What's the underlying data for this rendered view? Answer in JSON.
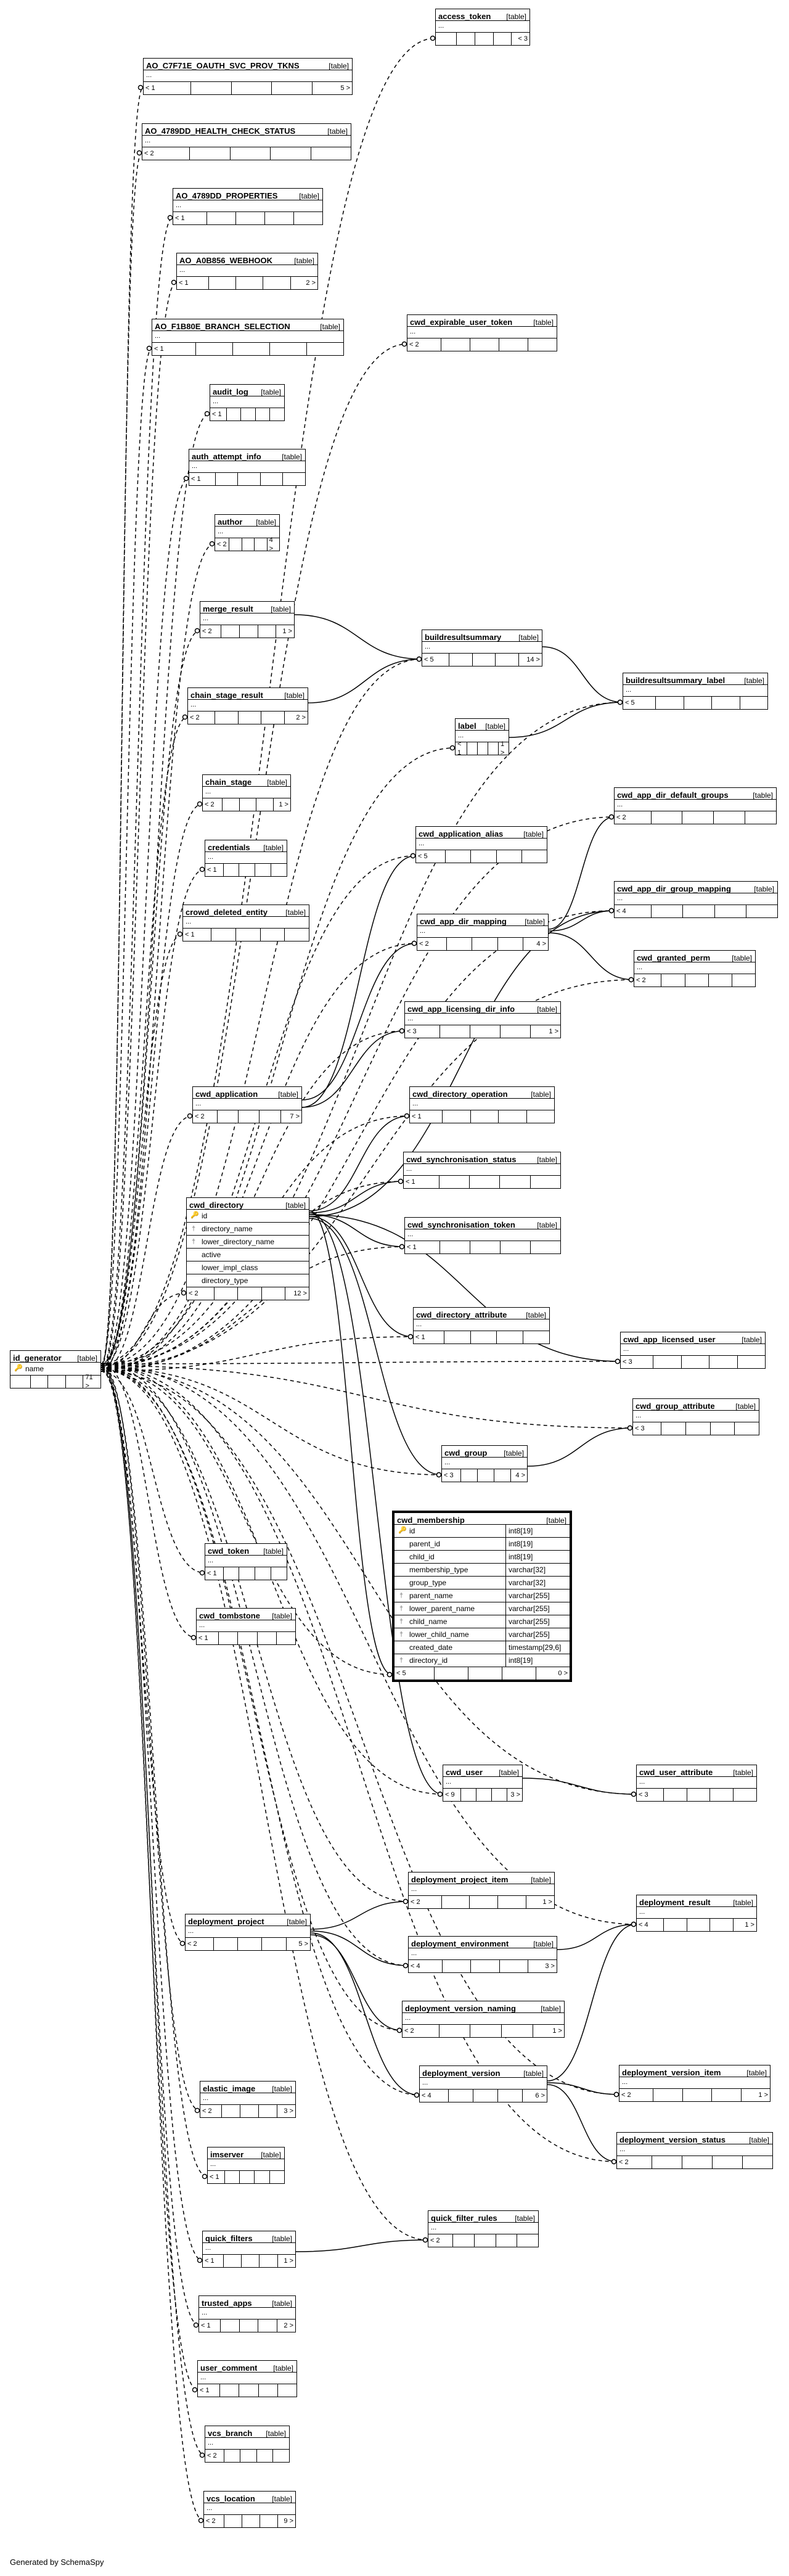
{
  "footer": "Generated by SchemaSpy",
  "table_kind": "[table]",
  "tables": [
    {
      "name": "access_token",
      "parents": "",
      "children": "< 3"
    },
    {
      "name": "AO_C7F71E_OAUTH_SVC_PROV_TKNS",
      "parents": "< 1",
      "children": "5 >"
    },
    {
      "name": "AO_4789DD_HEALTH_CHECK_STATUS",
      "parents": "< 2",
      "children": ""
    },
    {
      "name": "AO_4789DD_PROPERTIES",
      "parents": "< 1",
      "children": ""
    },
    {
      "name": "AO_A0B856_WEBHOOK",
      "parents": "< 1",
      "children": "2 >"
    },
    {
      "name": "AO_F1B80E_BRANCH_SELECTION",
      "parents": "< 1",
      "children": ""
    },
    {
      "name": "cwd_expirable_user_token",
      "parents": "< 2",
      "children": ""
    },
    {
      "name": "audit_log",
      "parents": "< 1",
      "children": ""
    },
    {
      "name": "auth_attempt_info",
      "parents": "< 1",
      "children": ""
    },
    {
      "name": "author",
      "parents": "< 2",
      "children": "4 >"
    },
    {
      "name": "merge_result",
      "parents": "< 2",
      "children": "1 >"
    },
    {
      "name": "buildresultsummary",
      "parents": "< 5",
      "children": "14 >"
    },
    {
      "name": "buildresultsummary_label",
      "parents": "< 5",
      "children": ""
    },
    {
      "name": "chain_stage_result",
      "parents": "< 2",
      "children": "2 >"
    },
    {
      "name": "label",
      "parents": "< 1",
      "children": "1 >"
    },
    {
      "name": "chain_stage",
      "parents": "< 2",
      "children": "1 >"
    },
    {
      "name": "cwd_app_dir_default_groups",
      "parents": "< 2",
      "children": ""
    },
    {
      "name": "credentials",
      "parents": "< 1",
      "children": ""
    },
    {
      "name": "cwd_application_alias",
      "parents": "< 5",
      "children": ""
    },
    {
      "name": "cwd_app_dir_group_mapping",
      "parents": "< 4",
      "children": ""
    },
    {
      "name": "crowd_deleted_entity",
      "parents": "< 1",
      "children": ""
    },
    {
      "name": "cwd_app_dir_mapping",
      "parents": "< 2",
      "children": "4 >"
    },
    {
      "name": "cwd_granted_perm",
      "parents": "< 2",
      "children": ""
    },
    {
      "name": "cwd_app_licensing_dir_info",
      "parents": "< 3",
      "children": "1 >"
    },
    {
      "name": "cwd_application",
      "parents": "< 2",
      "children": "7 >"
    },
    {
      "name": "cwd_directory_operation",
      "parents": "< 1",
      "children": ""
    },
    {
      "name": "cwd_synchronisation_status",
      "parents": "< 1",
      "children": ""
    },
    {
      "name": "cwd_directory",
      "parents": "< 2",
      "children": "12 >",
      "columns": [
        "id",
        "directory_name",
        "lower_directory_name",
        "active",
        "lower_impl_class",
        "directory_type"
      ]
    },
    {
      "name": "cwd_synchronisation_token",
      "parents": "< 1",
      "children": ""
    },
    {
      "name": "cwd_directory_attribute",
      "parents": "< 1",
      "children": ""
    },
    {
      "name": "id_generator",
      "parents": "",
      "children": "71 >",
      "columns": [
        "name"
      ]
    },
    {
      "name": "cwd_app_licensed_user",
      "parents": "< 3",
      "children": ""
    },
    {
      "name": "cwd_group_attribute",
      "parents": "< 3",
      "children": ""
    },
    {
      "name": "cwd_group",
      "parents": "< 3",
      "children": "4 >"
    },
    {
      "name": "cwd_membership",
      "parents": "< 5",
      "children": "0 >",
      "columns": [
        {
          "name": "id",
          "type": "int8[19]"
        },
        {
          "name": "parent_id",
          "type": "int8[19]"
        },
        {
          "name": "child_id",
          "type": "int8[19]"
        },
        {
          "name": "membership_type",
          "type": "varchar[32]"
        },
        {
          "name": "group_type",
          "type": "varchar[32]"
        },
        {
          "name": "parent_name",
          "type": "varchar[255]"
        },
        {
          "name": "lower_parent_name",
          "type": "varchar[255]"
        },
        {
          "name": "child_name",
          "type": "varchar[255]"
        },
        {
          "name": "lower_child_name",
          "type": "varchar[255]"
        },
        {
          "name": "created_date",
          "type": "timestamp[29,6]"
        },
        {
          "name": "directory_id",
          "type": "int8[19]"
        }
      ]
    },
    {
      "name": "cwd_token",
      "parents": "< 1",
      "children": ""
    },
    {
      "name": "cwd_tombstone",
      "parents": "< 1",
      "children": ""
    },
    {
      "name": "cwd_user",
      "parents": "< 9",
      "children": "3 >"
    },
    {
      "name": "cwd_user_attribute",
      "parents": "< 3",
      "children": ""
    },
    {
      "name": "deployment_project_item",
      "parents": "< 2",
      "children": "1 >"
    },
    {
      "name": "deployment_project",
      "parents": "< 2",
      "children": "5 >"
    },
    {
      "name": "deployment_environment",
      "parents": "< 4",
      "children": "3 >"
    },
    {
      "name": "deployment_result",
      "parents": "< 4",
      "children": "1 >"
    },
    {
      "name": "deployment_version_naming",
      "parents": "< 2",
      "children": "1 >"
    },
    {
      "name": "deployment_version",
      "parents": "< 4",
      "children": "6 >"
    },
    {
      "name": "deployment_version_item",
      "parents": "< 2",
      "children": "1 >"
    },
    {
      "name": "elastic_image",
      "parents": "< 2",
      "children": "3 >"
    },
    {
      "name": "deployment_version_status",
      "parents": "< 2",
      "children": ""
    },
    {
      "name": "imserver",
      "parents": "< 1",
      "children": ""
    },
    {
      "name": "quick_filter_rules",
      "parents": "< 2",
      "children": ""
    },
    {
      "name": "quick_filters",
      "parents": "< 1",
      "children": "1 >"
    },
    {
      "name": "trusted_apps",
      "parents": "< 1",
      "children": "2 >"
    },
    {
      "name": "user_comment",
      "parents": "< 1",
      "children": ""
    },
    {
      "name": "vcs_branch",
      "parents": "< 2",
      "children": ""
    },
    {
      "name": "vcs_location",
      "parents": "< 2",
      "children": "9 >"
    }
  ]
}
